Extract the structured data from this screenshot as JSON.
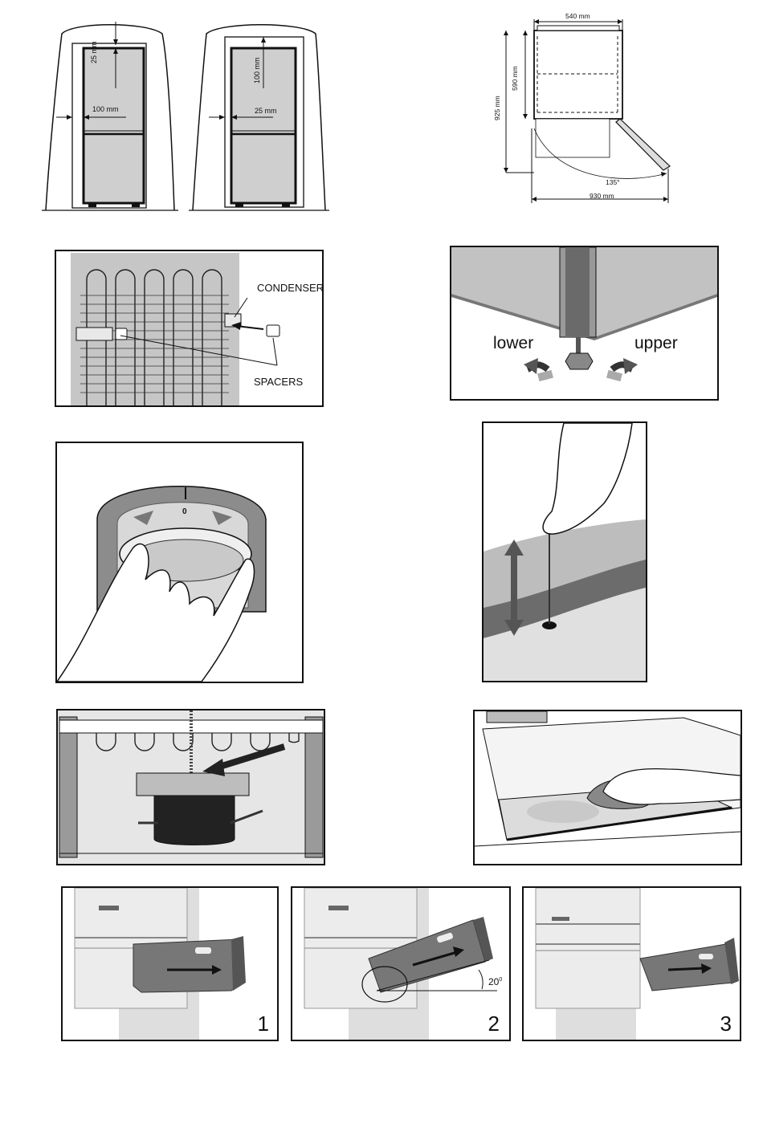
{
  "clearance": {
    "fig1": {
      "top": "25 mm",
      "side": "100 mm"
    },
    "fig2": {
      "top": "100 mm",
      "side": "25 mm"
    }
  },
  "dimensions": {
    "width": "540 mm",
    "depth": "590 mm",
    "height": "925 mm",
    "angle": "135°",
    "open_depth": "930 mm"
  },
  "condenser": {
    "label": "CONDENSER",
    "spacers": "SPACERS"
  },
  "feet": {
    "lower": "lower",
    "upper": "upper"
  },
  "thermostat": {
    "mark": "0"
  },
  "steps": {
    "one": "1",
    "two": "2",
    "three": "3",
    "angle": "20",
    "deg": "0"
  }
}
